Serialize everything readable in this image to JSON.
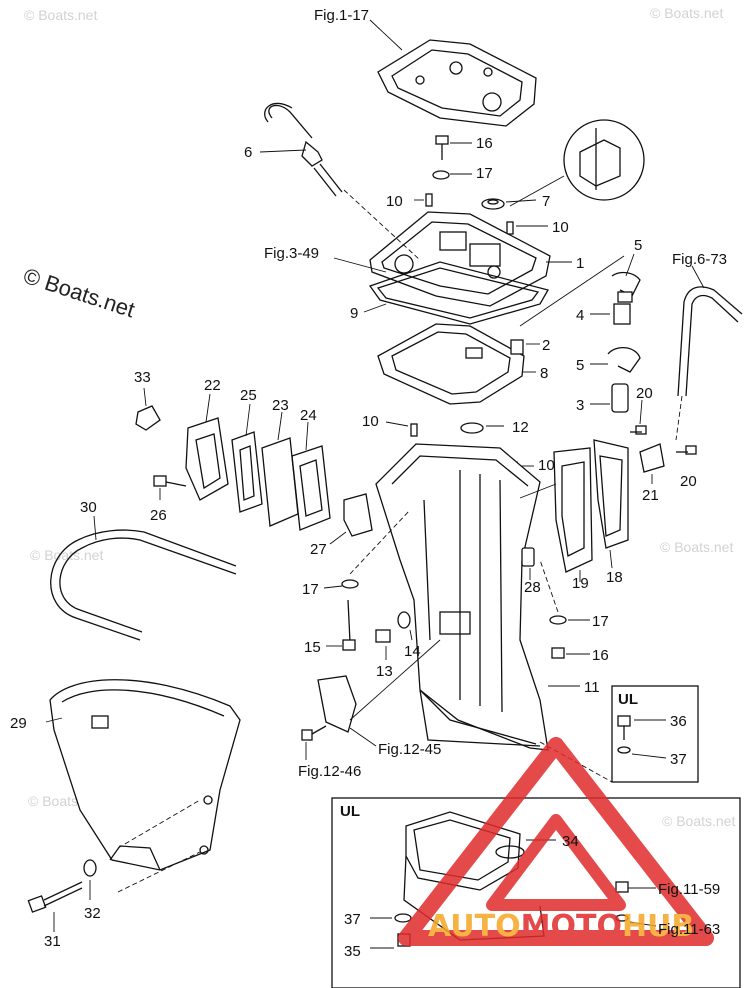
{
  "watermark": {
    "text": "© Boats.net",
    "brand_text": "AUTOMOTOHUB",
    "brand_part1": "AUTO",
    "brand_part2": "MOTO",
    "brand_part3": "HUB",
    "colors": {
      "orange": "#f5a623",
      "red": "#e02b2b",
      "dark": "#3a3a3a",
      "light": "#d9d9d9"
    }
  },
  "callouts": {
    "fig1_17": "Fig.1-17",
    "fig3_49": "Fig.3-49",
    "fig6_73": "Fig.6-73",
    "fig12_45": "Fig.12-45",
    "fig12_46": "Fig.12-46",
    "fig11_59": "Fig.11-59",
    "fig11_63": "Fig.11-63"
  },
  "insets": {
    "ul_small": "UL",
    "ul_large": "UL"
  },
  "parts": {
    "p1": "1",
    "p2": "2",
    "p3": "3",
    "p4": "4",
    "p5a": "5",
    "p5b": "5",
    "p6": "6",
    "p7": "7",
    "p8": "8",
    "p9": "9",
    "p10a": "10",
    "p10b": "10",
    "p10c": "10",
    "p10d": "10",
    "p11": "11",
    "p12": "12",
    "p13": "13",
    "p14": "14",
    "p15": "15",
    "p16a": "16",
    "p16b": "16",
    "p17a": "17",
    "p17b": "17",
    "p17c": "17",
    "p18": "18",
    "p19": "19",
    "p20a": "20",
    "p20b": "20",
    "p21": "21",
    "p22": "22",
    "p23": "23",
    "p24": "24",
    "p25": "25",
    "p26": "26",
    "p27": "27",
    "p28": "28",
    "p29": "29",
    "p30": "30",
    "p31": "31",
    "p32": "32",
    "p33": "33",
    "p34": "34",
    "p35": "35",
    "p36": "36",
    "p37a": "37",
    "p37b": "37"
  }
}
